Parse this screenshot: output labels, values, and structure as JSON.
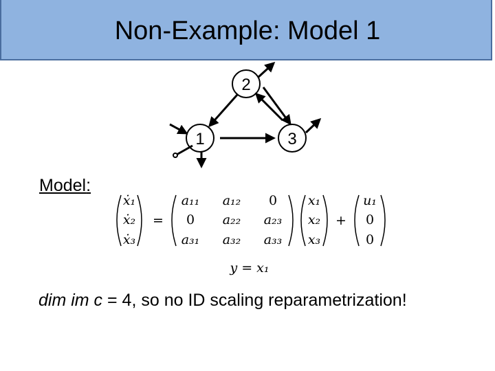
{
  "slide": {
    "title": "Non-Example: Model 1",
    "model_label": "Model",
    "model_colon": ":",
    "conclusion": {
      "italic_part": "dim im c",
      "rest": " = 4, so no ID scaling reparametrization!"
    }
  },
  "graph": {
    "nodes": [
      {
        "id": "1",
        "label": "1"
      },
      {
        "id": "2",
        "label": "2"
      },
      {
        "id": "3",
        "label": "3"
      }
    ],
    "edges": [
      {
        "from": "input",
        "to": "1",
        "kind": "input"
      },
      {
        "from": "1",
        "to": "output",
        "kind": "output"
      },
      {
        "from": "1",
        "to": "leak",
        "kind": "leak"
      },
      {
        "from": "2",
        "to": "1"
      },
      {
        "from": "2",
        "to": "leak",
        "kind": "leak"
      },
      {
        "from": "2",
        "to": "3"
      },
      {
        "from": "3",
        "to": "2"
      },
      {
        "from": "1",
        "to": "3"
      },
      {
        "from": "3",
        "to": "leak",
        "kind": "leak"
      }
    ]
  },
  "equation": {
    "lhs": [
      "ẋ₁",
      "ẋ₂",
      "ẋ₃"
    ],
    "equals": "=",
    "matrix": [
      [
        "a₁₁",
        "a₁₂",
        "0"
      ],
      [
        "0",
        "a₂₂",
        "a₂₃"
      ],
      [
        "a₃₁",
        "a₃₂",
        "a₃₃"
      ]
    ],
    "state": [
      "x₁",
      "x₂",
      "x₃"
    ],
    "plus": "+",
    "input": [
      "u₁",
      "0",
      "0"
    ],
    "output": "y = x₁"
  },
  "colors": {
    "title_bar": "#8fb3e0",
    "title_border": "#4a6d9e",
    "ink": "#000000"
  }
}
